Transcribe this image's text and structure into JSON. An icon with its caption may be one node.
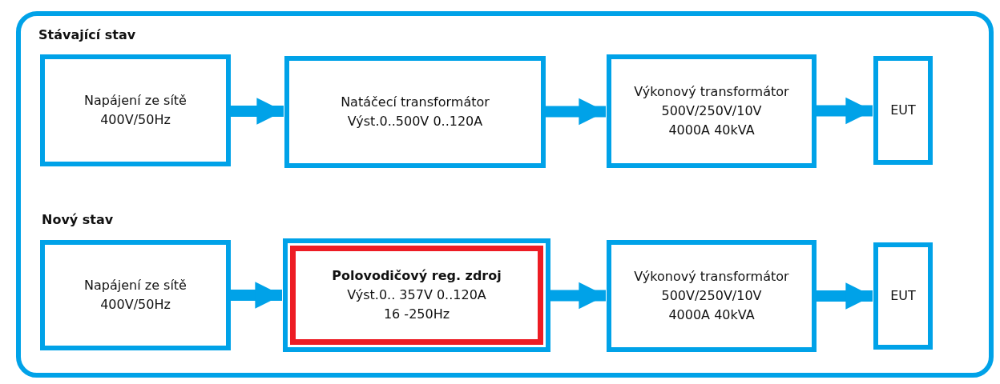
{
  "diagram": {
    "nodes": [
      {
        "text": [
          "Napájení ze sítě",
          "400V/50Hz"
        ]
      },
      {
        "text": [
          "Natáčecí transformátor",
          "Výst.0..500V 0..120A"
        ]
      },
      {
        "text": [
          "Výkonový transformátor",
          "500V/250V/10V",
          "4000A 40kVA"
        ]
      },
      {
        "text": [
          "EUT"
        ]
      },
      {
        "text": [
          "Napájení ze sítě",
          "400V/50Hz"
        ]
      },
      {
        "text": [],
        "shape": "box"
      },
      {
        "text": [
          "Polovodičový reg. zdroj",
          "Výst.0.. 357V 0..120A",
          "16 -250Hz"
        ],
        "in": 5
      },
      {
        "text": [
          "Výkonový transformátor",
          "500V/250V/10V",
          "4000A 40kVA"
        ]
      },
      {
        "text": [
          "EUT"
        ]
      }
    ],
    "edges": [
      {
        "from": 0,
        "to": 1,
        "arrow": "to"
      },
      {
        "from": 1,
        "to": 2,
        "arrow": "to"
      },
      {
        "from": 2,
        "to": 3,
        "arrow": "to"
      },
      {
        "from": 4,
        "to": 5,
        "arrow": "to"
      },
      {
        "from": 5,
        "to": 7,
        "arrow": "to"
      },
      {
        "from": 7,
        "to": 8,
        "arrow": "to"
      }
    ],
    "labels": [
      "Stávající stav",
      "Nový stav"
    ]
  }
}
